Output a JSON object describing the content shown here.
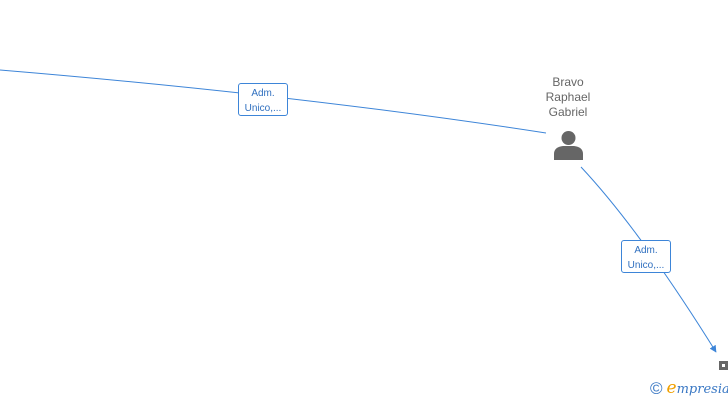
{
  "person": {
    "name_lines": [
      "Bravo",
      "Raphael",
      "Gabriel"
    ],
    "icon": "person-icon"
  },
  "edges": [
    {
      "label_lines": [
        "Adm.",
        "Unico,..."
      ]
    },
    {
      "label_lines": [
        "Adm.",
        "Unico,..."
      ]
    }
  ],
  "company": {
    "icon": "building-icon"
  },
  "footer": {
    "copyright_symbol": "©",
    "brand_initial": "e",
    "brand_rest": "mpresia"
  },
  "colors": {
    "edge": "#3d85d8",
    "node": "#666666",
    "brand_blue": "#3a78c4",
    "brand_orange": "#f0a000"
  }
}
